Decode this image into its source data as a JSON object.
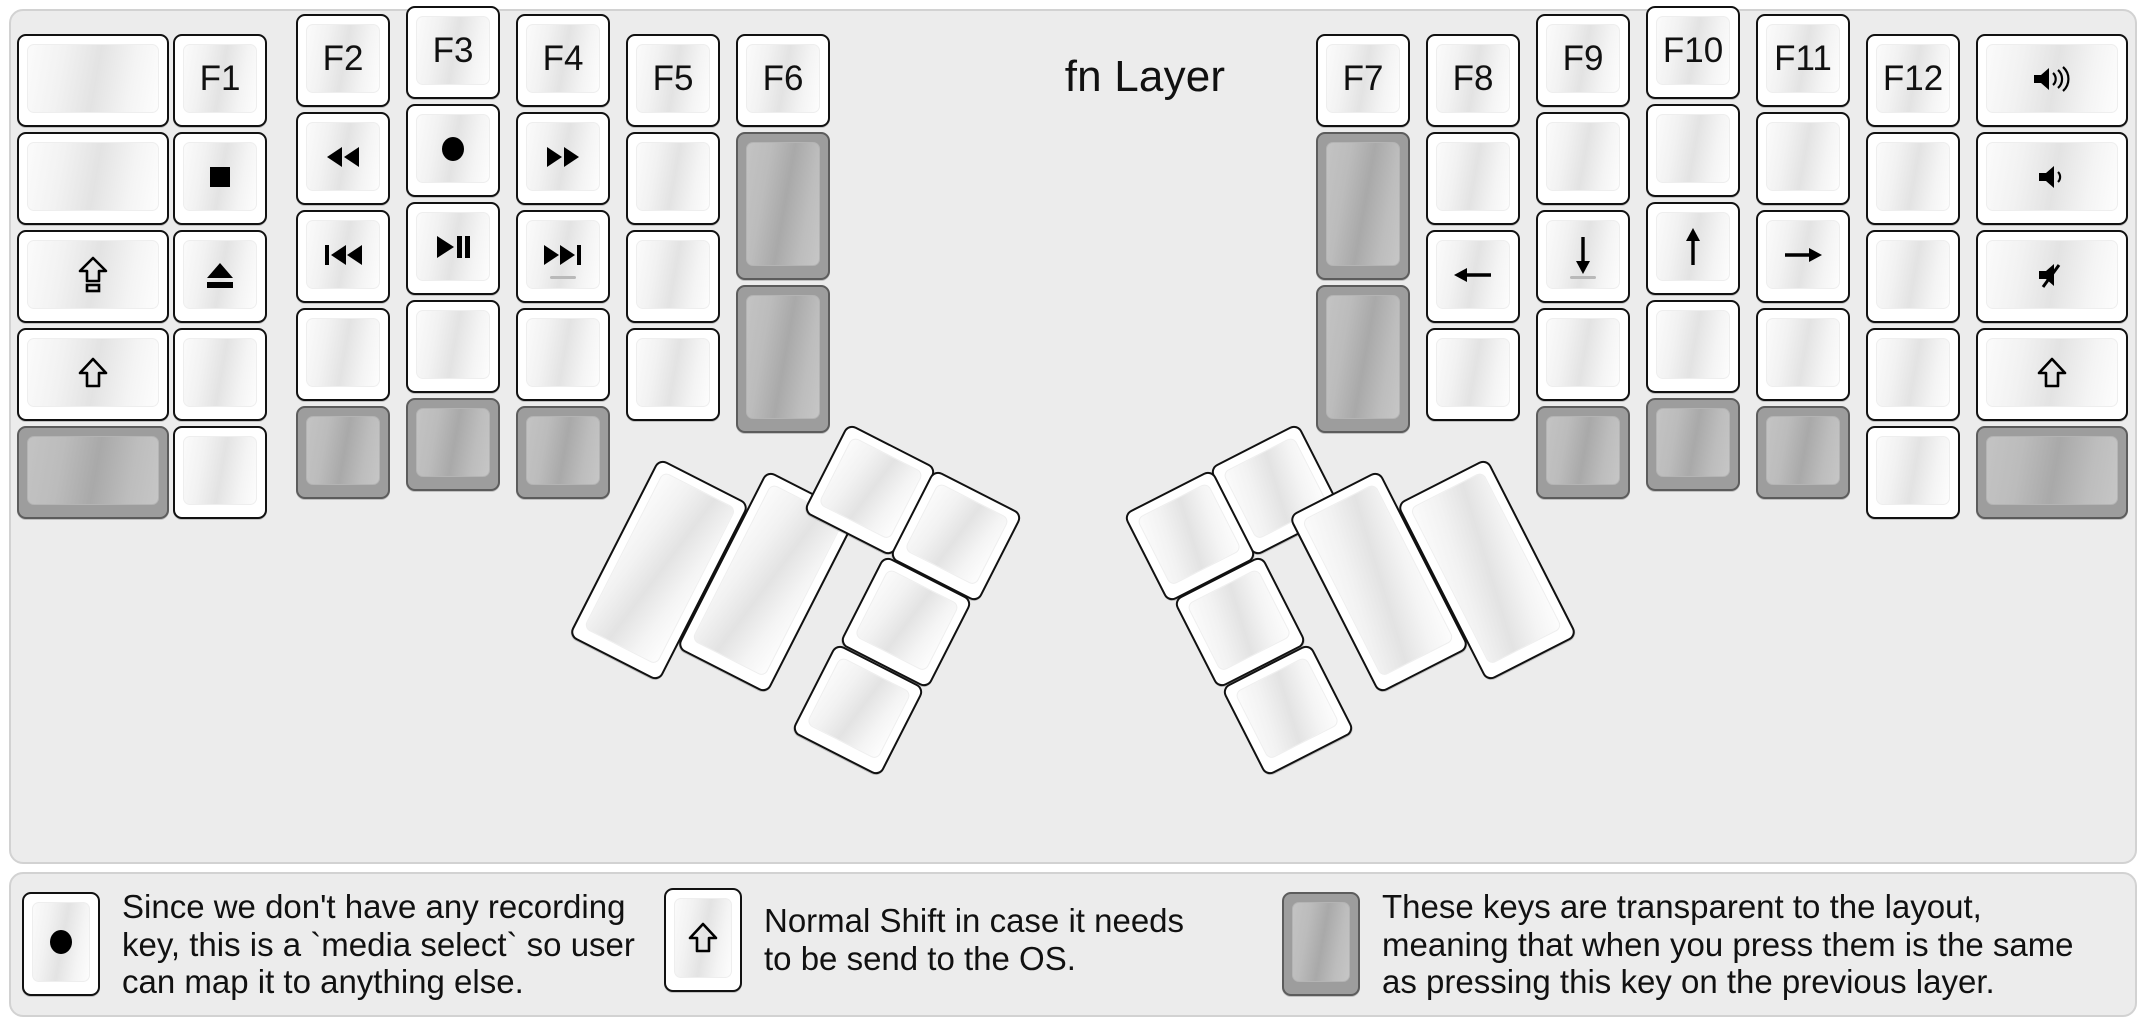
{
  "title": "fn Layer",
  "colors": {
    "background": "#ececec",
    "panel_border": "#d2d2d2",
    "key_border": "#111111",
    "key_face_light": "#fbfbfb",
    "key_face_shade": "#e3e3e3",
    "transparent_key": "#9d9d9d",
    "transparent_key_border": "#5c5c5c",
    "text": "#111111"
  },
  "left_half": {
    "columns": [
      {
        "name": "col-pinky-outer",
        "keys": [
          {
            "label": "",
            "icon": "blank",
            "state": "normal"
          },
          {
            "label": "",
            "icon": "blank",
            "state": "normal"
          },
          {
            "label": "",
            "icon": "caps-lock",
            "state": "normal"
          },
          {
            "label": "",
            "icon": "shift",
            "state": "normal"
          },
          {
            "label": "",
            "icon": "blank",
            "state": "transparent"
          }
        ]
      },
      {
        "name": "col-pinky",
        "keys": [
          {
            "label": "F1",
            "icon": "text",
            "state": "normal"
          },
          {
            "label": "",
            "icon": "media-stop",
            "state": "normal"
          },
          {
            "label": "",
            "icon": "media-eject",
            "state": "normal"
          },
          {
            "label": "",
            "icon": "blank",
            "state": "normal"
          },
          {
            "label": "",
            "icon": "blank",
            "state": "normal"
          }
        ]
      },
      {
        "name": "col-ring",
        "keys": [
          {
            "label": "F2",
            "icon": "text",
            "state": "normal"
          },
          {
            "label": "",
            "icon": "media-rewind",
            "state": "normal"
          },
          {
            "label": "",
            "icon": "media-prev",
            "state": "normal"
          },
          {
            "label": "",
            "icon": "blank",
            "state": "normal"
          },
          {
            "label": "",
            "icon": "blank",
            "state": "transparent"
          }
        ]
      },
      {
        "name": "col-middle",
        "keys": [
          {
            "label": "F3",
            "icon": "text",
            "state": "normal"
          },
          {
            "label": "",
            "icon": "media-record",
            "state": "normal"
          },
          {
            "label": "",
            "icon": "media-play-pause",
            "state": "normal"
          },
          {
            "label": "",
            "icon": "blank",
            "state": "normal"
          },
          {
            "label": "",
            "icon": "blank",
            "state": "transparent"
          }
        ]
      },
      {
        "name": "col-index",
        "keys": [
          {
            "label": "F4",
            "icon": "text",
            "state": "normal"
          },
          {
            "label": "",
            "icon": "media-fast-forward",
            "state": "normal"
          },
          {
            "label": "",
            "icon": "media-next",
            "state": "normal",
            "homing": true
          },
          {
            "label": "",
            "icon": "blank",
            "state": "normal"
          },
          {
            "label": "",
            "icon": "blank",
            "state": "transparent"
          }
        ]
      },
      {
        "name": "col-index-inner",
        "keys": [
          {
            "label": "F5",
            "icon": "text",
            "state": "normal"
          },
          {
            "label": "",
            "icon": "blank",
            "state": "normal"
          },
          {
            "label": "",
            "icon": "blank",
            "state": "normal"
          },
          {
            "label": "",
            "icon": "blank",
            "state": "normal"
          }
        ]
      },
      {
        "name": "col-far-inner",
        "keys": [
          {
            "label": "F6",
            "icon": "text",
            "state": "normal"
          },
          {
            "label": "",
            "icon": "blank",
            "state": "transparent"
          },
          {
            "label": "",
            "icon": "blank",
            "state": "transparent"
          }
        ]
      }
    ],
    "thumb_cluster": [
      {
        "name": "thumb-big-1",
        "icon": "blank",
        "state": "normal"
      },
      {
        "name": "thumb-big-2",
        "icon": "blank",
        "state": "normal"
      },
      {
        "name": "thumb-small-1",
        "icon": "blank",
        "state": "normal"
      },
      {
        "name": "thumb-small-2",
        "icon": "blank",
        "state": "normal"
      },
      {
        "name": "thumb-small-3",
        "icon": "blank",
        "state": "normal"
      },
      {
        "name": "thumb-small-4",
        "icon": "blank",
        "state": "normal"
      }
    ]
  },
  "right_half": {
    "columns": [
      {
        "name": "col-far-inner",
        "keys": [
          {
            "label": "F7",
            "icon": "text",
            "state": "normal"
          },
          {
            "label": "",
            "icon": "blank",
            "state": "transparent"
          },
          {
            "label": "",
            "icon": "blank",
            "state": "transparent"
          }
        ]
      },
      {
        "name": "col-index-inner",
        "keys": [
          {
            "label": "F8",
            "icon": "text",
            "state": "normal"
          },
          {
            "label": "",
            "icon": "blank",
            "state": "normal"
          },
          {
            "label": "",
            "icon": "arrow-left",
            "state": "normal"
          },
          {
            "label": "",
            "icon": "blank",
            "state": "normal"
          }
        ]
      },
      {
        "name": "col-index",
        "keys": [
          {
            "label": "F9",
            "icon": "text",
            "state": "normal"
          },
          {
            "label": "",
            "icon": "blank",
            "state": "normal"
          },
          {
            "label": "",
            "icon": "arrow-down",
            "state": "normal",
            "homing": true
          },
          {
            "label": "",
            "icon": "blank",
            "state": "normal"
          },
          {
            "label": "",
            "icon": "blank",
            "state": "transparent"
          }
        ]
      },
      {
        "name": "col-middle",
        "keys": [
          {
            "label": "F10",
            "icon": "text",
            "state": "normal"
          },
          {
            "label": "",
            "icon": "blank",
            "state": "normal"
          },
          {
            "label": "",
            "icon": "arrow-up",
            "state": "normal"
          },
          {
            "label": "",
            "icon": "blank",
            "state": "normal"
          },
          {
            "label": "",
            "icon": "blank",
            "state": "transparent"
          }
        ]
      },
      {
        "name": "col-ring",
        "keys": [
          {
            "label": "F11",
            "icon": "text",
            "state": "normal"
          },
          {
            "label": "",
            "icon": "blank",
            "state": "normal"
          },
          {
            "label": "",
            "icon": "arrow-right",
            "state": "normal"
          },
          {
            "label": "",
            "icon": "blank",
            "state": "normal"
          },
          {
            "label": "",
            "icon": "blank",
            "state": "transparent"
          }
        ]
      },
      {
        "name": "col-pinky",
        "keys": [
          {
            "label": "F12",
            "icon": "text",
            "state": "normal"
          },
          {
            "label": "",
            "icon": "blank",
            "state": "normal"
          },
          {
            "label": "",
            "icon": "blank",
            "state": "normal"
          },
          {
            "label": "",
            "icon": "blank",
            "state": "normal"
          },
          {
            "label": "",
            "icon": "blank",
            "state": "normal"
          }
        ]
      },
      {
        "name": "col-pinky-outer",
        "keys": [
          {
            "label": "",
            "icon": "volume-up",
            "state": "normal"
          },
          {
            "label": "",
            "icon": "volume-down",
            "state": "normal"
          },
          {
            "label": "",
            "icon": "volume-mute",
            "state": "normal"
          },
          {
            "label": "",
            "icon": "shift",
            "state": "normal"
          },
          {
            "label": "",
            "icon": "blank",
            "state": "transparent"
          }
        ]
      }
    ],
    "thumb_cluster": [
      {
        "name": "thumb-small-1",
        "icon": "blank",
        "state": "normal"
      },
      {
        "name": "thumb-small-2",
        "icon": "blank",
        "state": "normal"
      },
      {
        "name": "thumb-small-3",
        "icon": "blank",
        "state": "normal"
      },
      {
        "name": "thumb-small-4",
        "icon": "blank",
        "state": "normal"
      },
      {
        "name": "thumb-big-1",
        "icon": "blank",
        "state": "normal"
      },
      {
        "name": "thumb-big-2",
        "icon": "blank",
        "state": "normal"
      }
    ]
  },
  "legend": [
    {
      "key_icon": "media-record",
      "key_state": "normal",
      "text": "Since we don't have any recording\nkey, this is a `media select` so user\ncan map it to anything else."
    },
    {
      "key_icon": "shift",
      "key_state": "normal",
      "text": "Normal Shift in case it needs\nto be send to the OS."
    },
    {
      "key_icon": "blank",
      "key_state": "transparent",
      "text": "These keys are transparent to the layout,\nmeaning that when you press them is the same\nas pressing this key on the previous layer."
    }
  ]
}
